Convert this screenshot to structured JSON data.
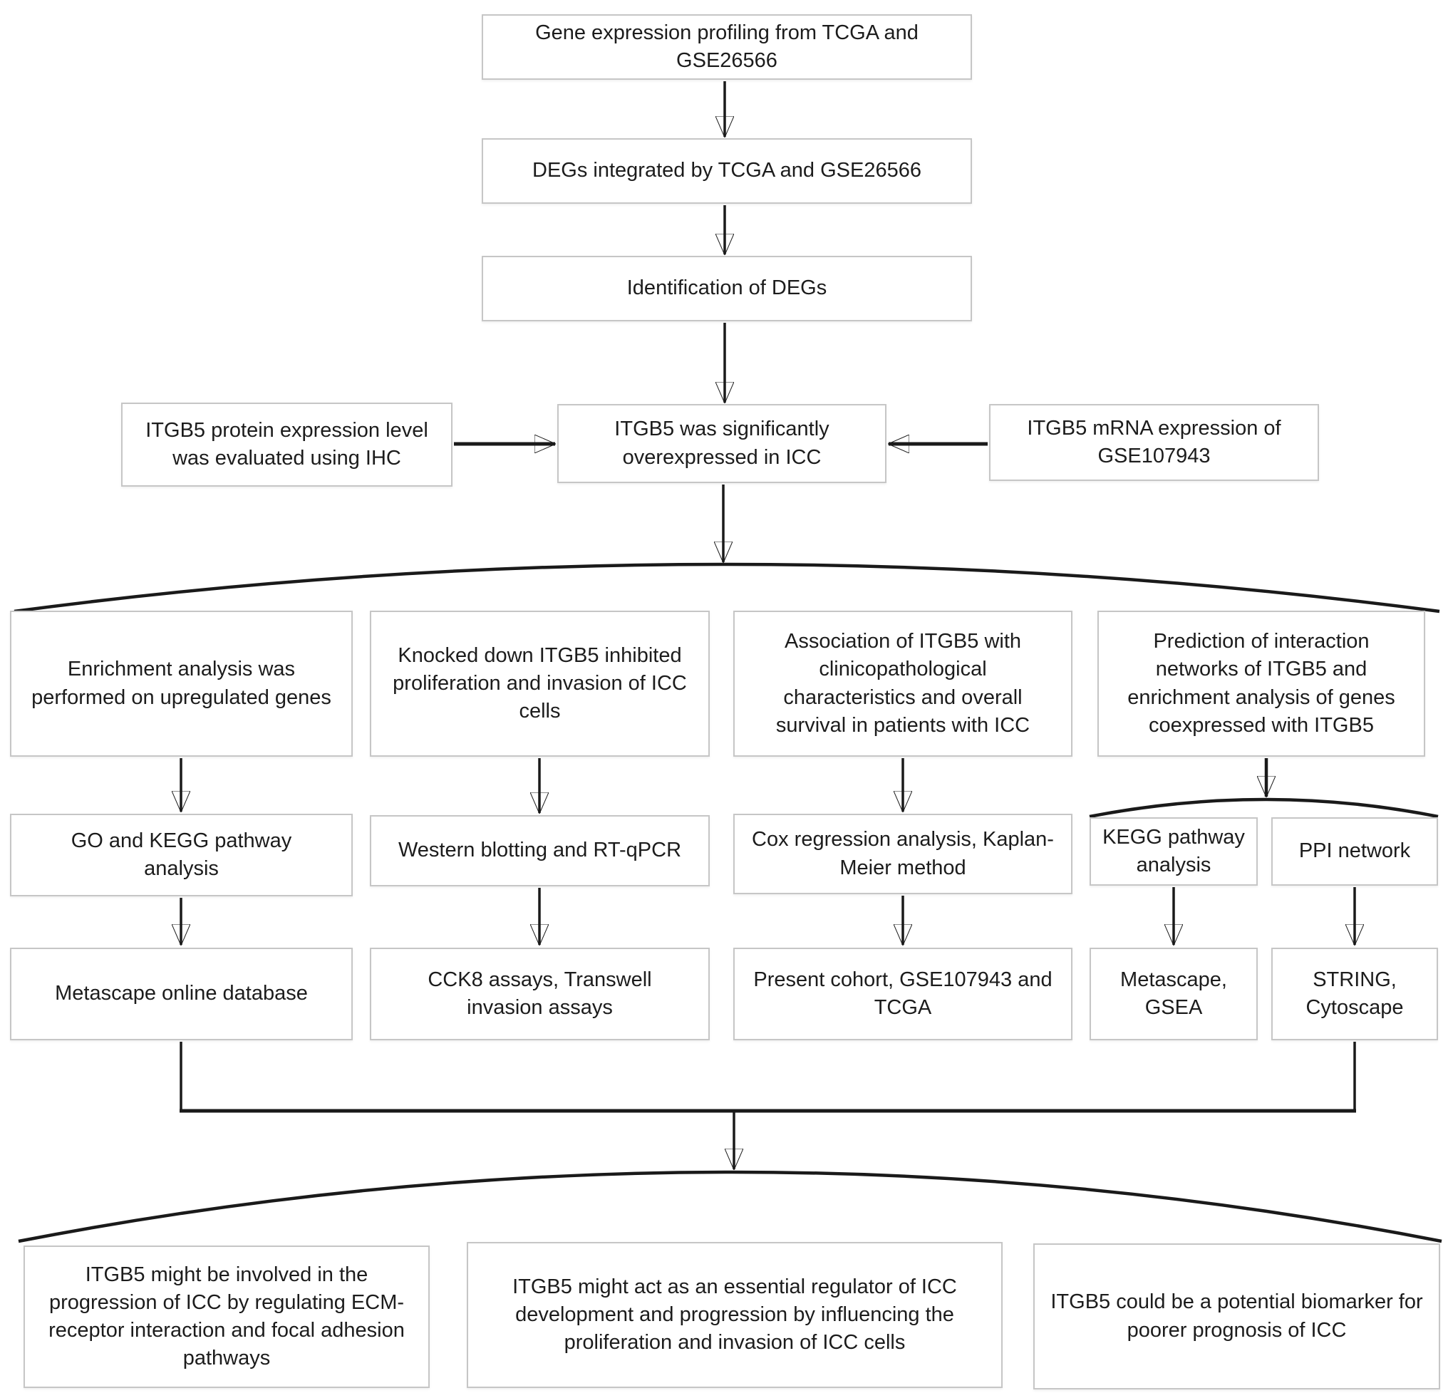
{
  "diagram_title": "ITGB5 ICC study workflow flowchart",
  "colors": {
    "line": "#1a1a1a",
    "box_border": "#c6c6c6",
    "box_fill": "#ffffff",
    "text": "#1c1c1c",
    "background": "#ffffff"
  },
  "nodes": {
    "gene_profiling": "Gene expression profiling from TCGA and GSE26566",
    "degs_integrated": "DEGs integrated by TCGA and GSE26566",
    "identification_degs": "Identification of DEGs",
    "ihc_evaluation": "ITGB5 protein expression level was evaluated using IHC",
    "itgb5_overexpressed": "ITGB5 was significantly overexpressed in ICC",
    "mrna_gse107943": "ITGB5 mRNA expression of GSE107943",
    "enrichment_upregulated": "Enrichment analysis was performed on upregulated genes",
    "knockdown_itgb5": "Knocked down ITGB5 inhibited proliferation and invasion of ICC cells",
    "association_clinico": "Association of ITGB5 with clinicopathological characteristics and overall survival in patients with ICC",
    "prediction_networks": "Prediction of interaction networks of ITGB5 and enrichment analysis of genes coexpressed with ITGB5",
    "go_kegg": "GO and KEGG pathway analysis",
    "western_rtqpcr": "Western blotting and RT-qPCR",
    "cox_km": "Cox regression analysis, Kaplan-Meier method",
    "kegg_pathway": "KEGG pathway analysis",
    "ppi_network": "PPI network",
    "metascape_db": "Metascape online database",
    "cck8_transwell": "CCK8 assays, Transwell invasion assays",
    "present_cohort": "Present cohort, GSE107943 and TCGA",
    "metascape_gsea": "Metascape, GSEA",
    "string_cytoscape": "STRING, Cytoscape",
    "conclusion_pathways": "ITGB5 might be involved in the progression of ICC by regulating ECM-receptor interaction and focal adhesion pathways",
    "conclusion_regulator": "ITGB5 might act as an essential regulator of ICC development and progression by influencing the proliferation and invasion of ICC cells",
    "conclusion_biomarker": "ITGB5 could be a potential biomarker for poorer prognosis of ICC"
  }
}
